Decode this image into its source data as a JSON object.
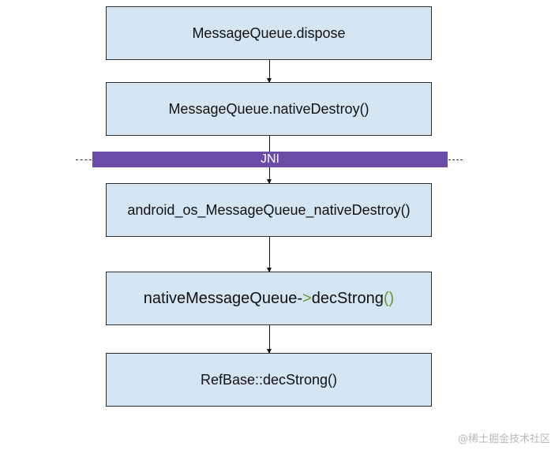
{
  "diagram": {
    "boxes": [
      {
        "label": "MessageQueue.dispose"
      },
      {
        "label": "MessageQueue.nativeDestroy()"
      },
      {
        "label": "android_os_MessageQueue_nativeDestroy()"
      },
      {
        "label_parts": {
          "text1": "nativeMessageQueue-",
          "gt": ">",
          "text2": "decStrong",
          "parens": "()"
        }
      },
      {
        "label": "RefBase::decStrong()"
      }
    ],
    "jni_band": {
      "label": "JNI",
      "color": "#6a4ca8"
    },
    "box_fill": "#d4e5f3",
    "accent_color": "#6c9a2a"
  },
  "watermark": "@稀土掘金技术社区"
}
